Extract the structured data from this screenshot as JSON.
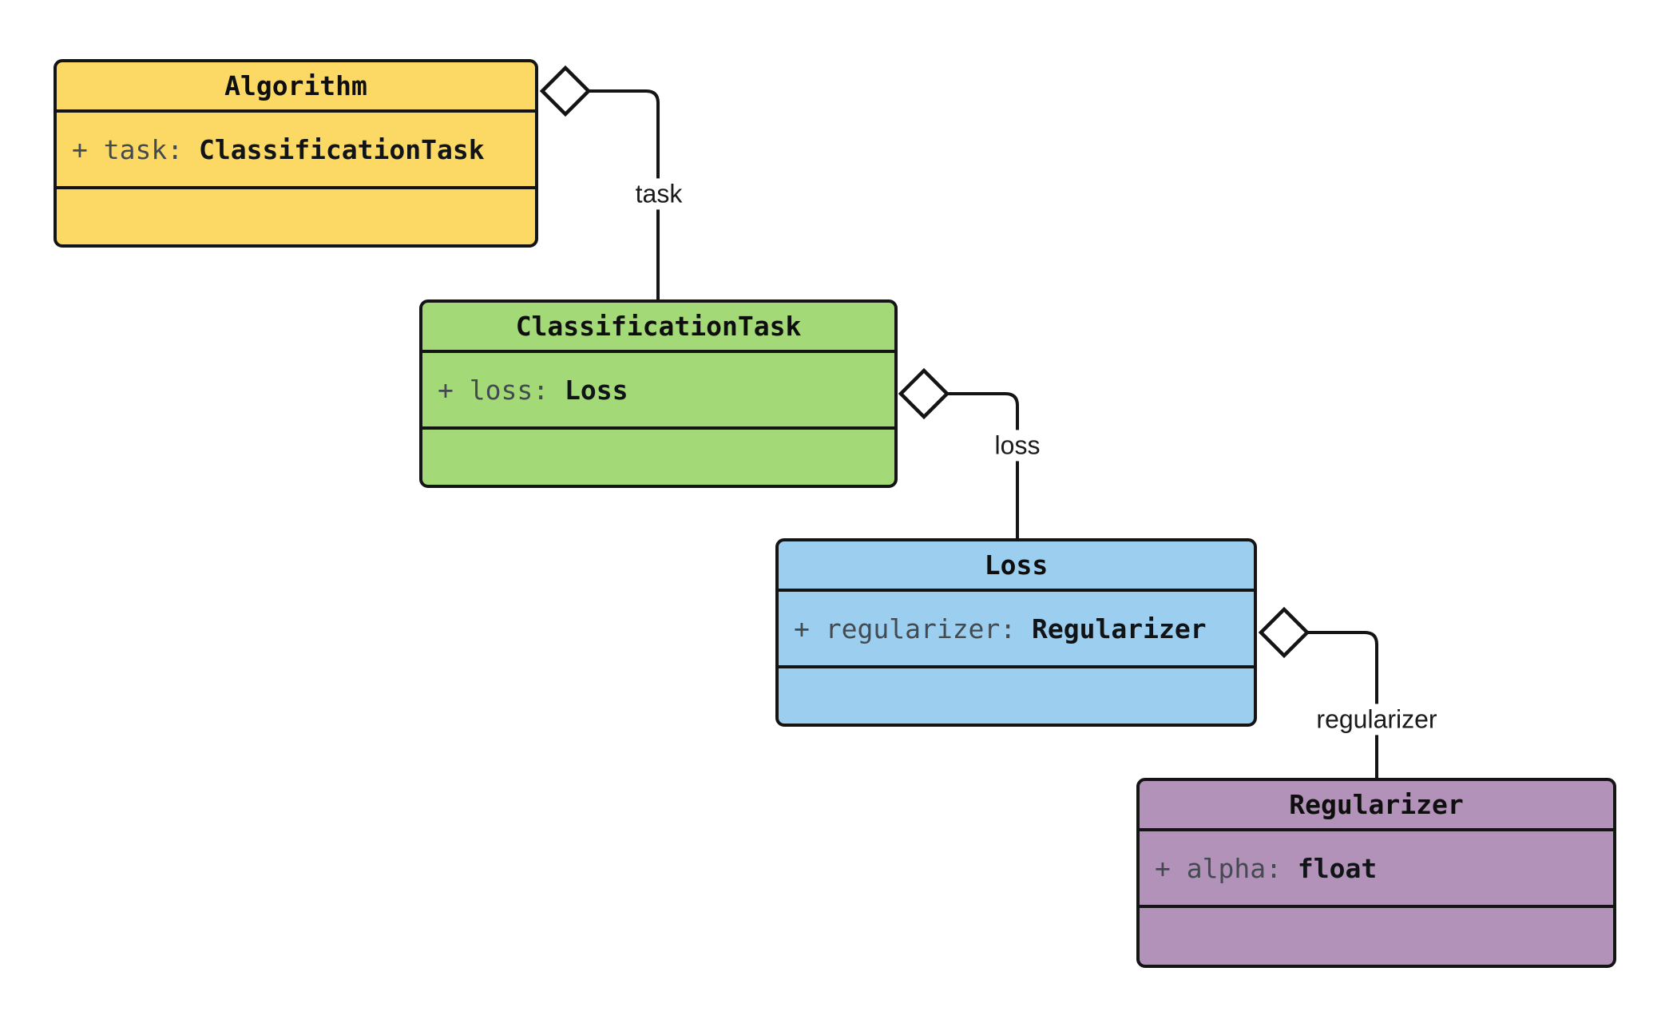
{
  "diagram": {
    "background_color": "#ffffff",
    "line_color": "#141414",
    "diamond_fill": "#ffffff",
    "classes": [
      {
        "name": "Algorithm",
        "fill": "#FCD964",
        "attribute": {
          "visibility": "+ ",
          "name": "task",
          "separator": ": ",
          "type": "ClassificationTask"
        }
      },
      {
        "name": "ClassificationTask",
        "fill": "#A3D977",
        "attribute": {
          "visibility": "+ ",
          "name": "loss",
          "separator": ": ",
          "type": "Loss"
        }
      },
      {
        "name": "Loss",
        "fill": "#9CCEF0",
        "attribute": {
          "visibility": "+ ",
          "name": "regularizer",
          "separator": ": ",
          "type": "Regularizer"
        }
      },
      {
        "name": "Regularizer",
        "fill": "#B392BA",
        "attribute": {
          "visibility": "+ ",
          "name": "alpha",
          "separator": ": ",
          "type": "float"
        }
      }
    ],
    "relations": [
      {
        "from": "Algorithm",
        "to": "ClassificationTask",
        "label": "task",
        "kind": "aggregation"
      },
      {
        "from": "ClassificationTask",
        "to": "Loss",
        "label": "loss",
        "kind": "aggregation"
      },
      {
        "from": "Loss",
        "to": "Regularizer",
        "label": "regularizer",
        "kind": "aggregation"
      }
    ]
  }
}
